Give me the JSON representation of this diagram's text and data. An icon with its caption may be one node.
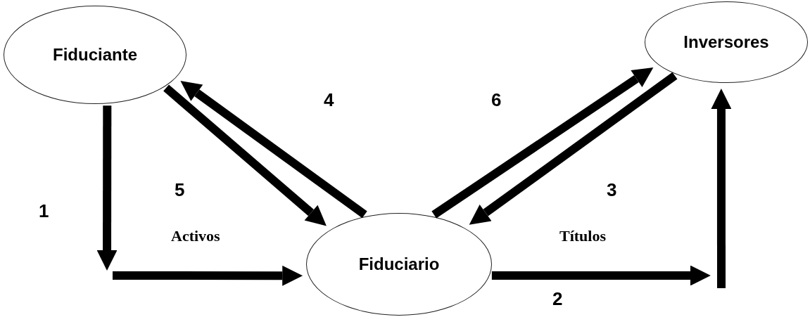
{
  "diagram": {
    "nodes": [
      {
        "text": [
          "Fiduciante"
        ]
      },
      {
        "text": [
          "Inversores"
        ]
      },
      {
        "text": [
          "Fiduciario"
        ]
      }
    ],
    "edges": [
      {
        "from": 0,
        "to": null,
        "arrow": "to"
      },
      {
        "from": null,
        "to": 2,
        "arrow": "to"
      },
      {
        "from": 2,
        "to": null,
        "arrow": "to"
      },
      {
        "from": null,
        "to": 1,
        "arrow": "to"
      },
      {
        "from": 2,
        "to": 0,
        "arrow": "to"
      },
      {
        "from": 0,
        "to": 2,
        "arrow": "to"
      },
      {
        "from": 2,
        "to": 1,
        "arrow": "to"
      },
      {
        "from": 1,
        "to": 2,
        "arrow": "to"
      }
    ],
    "labels": [
      "4",
      "6",
      "5",
      "3",
      "1",
      "Activos",
      "Títulos",
      "2"
    ]
  }
}
